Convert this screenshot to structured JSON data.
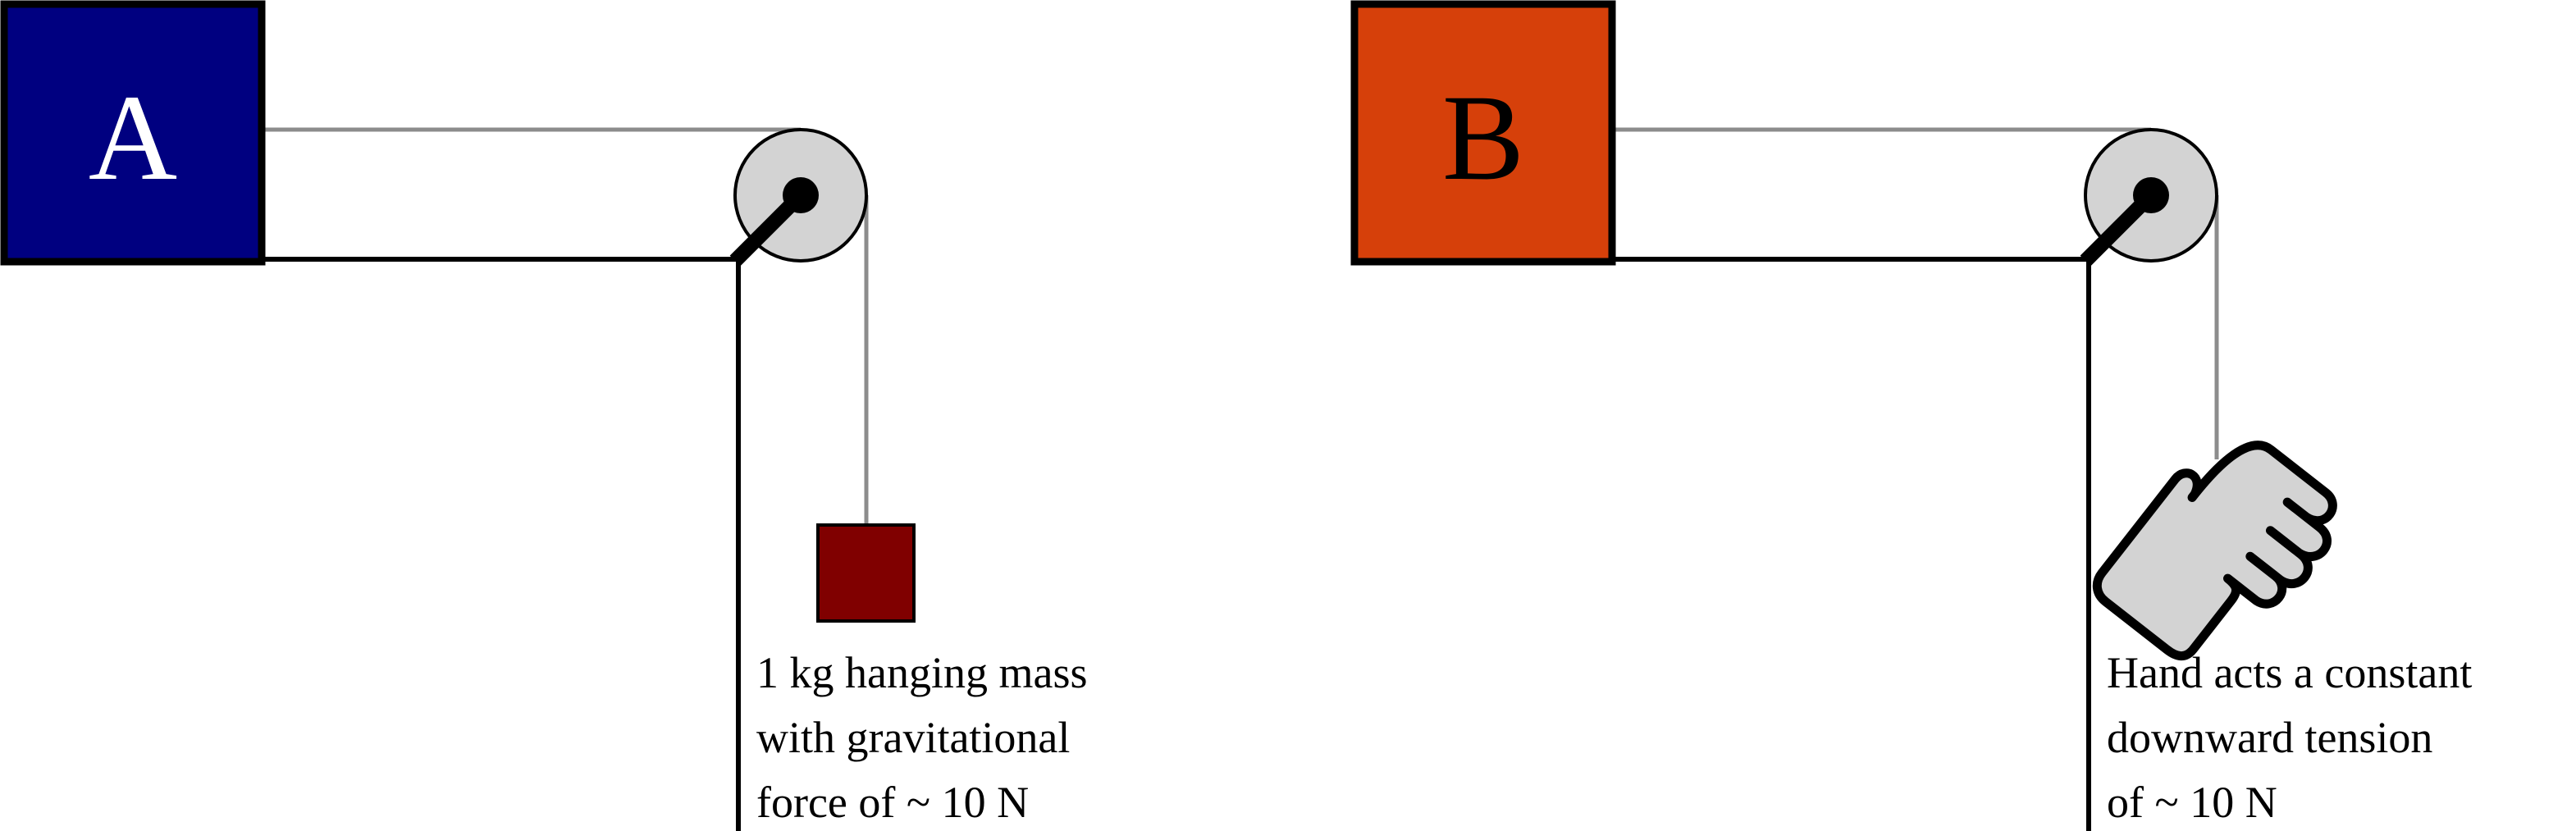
{
  "panel_a": {
    "block_label": "A",
    "block_color": "#000080",
    "block_letter_color": "#ffffff",
    "mass_color": "#800000",
    "caption": [
      "1 kg hanging mass",
      "with gravitational",
      "force of ~ 10 N"
    ]
  },
  "panel_b": {
    "block_label": "B",
    "block_color": "#d6400a",
    "block_letter_color": "#000000",
    "hand_icon": "hand-pulling-icon",
    "caption": [
      "Hand acts a constant",
      "downward tension",
      "of ~ 10 N"
    ]
  },
  "colors": {
    "rope": "#8c8c8c",
    "pulley": "#d3d3d3",
    "table": "#000000"
  }
}
